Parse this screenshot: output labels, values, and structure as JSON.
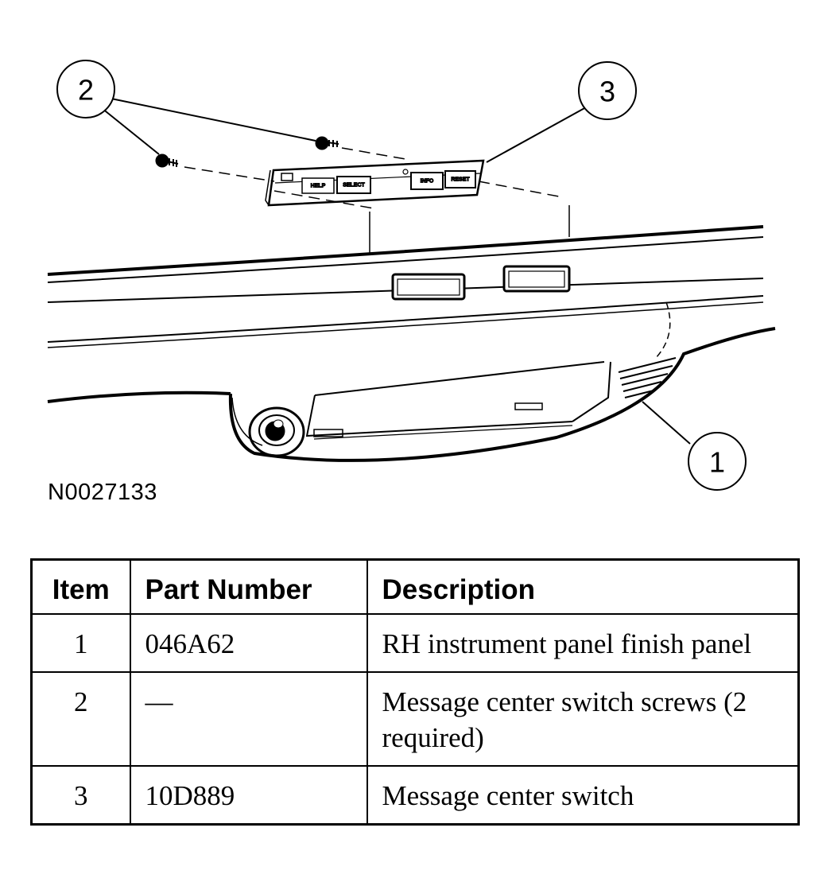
{
  "figure": {
    "id": "N0027133",
    "callouts": [
      "1",
      "2",
      "3"
    ],
    "switch_buttons": [
      "HELP",
      "SELECT",
      "INFO",
      "RESET"
    ]
  },
  "table": {
    "headers": {
      "item": "Item",
      "part_number": "Part Number",
      "description": "Description"
    },
    "rows": [
      {
        "item": "1",
        "part_number": "046A62",
        "description": "RH instrument panel finish panel"
      },
      {
        "item": "2",
        "part_number": "—",
        "description": "Message center switch screws (2 required)"
      },
      {
        "item": "3",
        "part_number": "10D889",
        "description": "Message center switch"
      }
    ]
  }
}
